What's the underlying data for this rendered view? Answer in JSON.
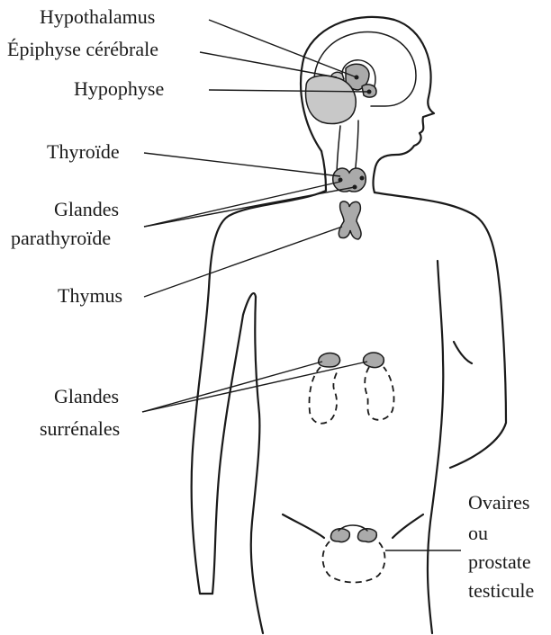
{
  "labels": {
    "hypothalamus": "Hypothalamus",
    "epiphyse": "Épiphyse cérébrale",
    "hypophyse": "Hypophyse",
    "thyroide": "Thyroïde",
    "parathyroide_line1": "Glandes",
    "parathyroide_line2": "parathyroïde",
    "thymus": "Thymus",
    "surrenales_line1": "Glandes",
    "surrenales_line2": "surrénales",
    "gonades_line1": "Ovaires",
    "gonades_line2": "ou",
    "gonades_line3": "prostate",
    "gonades_line4": "testicule"
  },
  "colors": {
    "outline": "#1a1a1a",
    "gland_fill": "#aaaaaa",
    "gland_light_fill": "#c8c8c8",
    "background": "#ffffff"
  }
}
